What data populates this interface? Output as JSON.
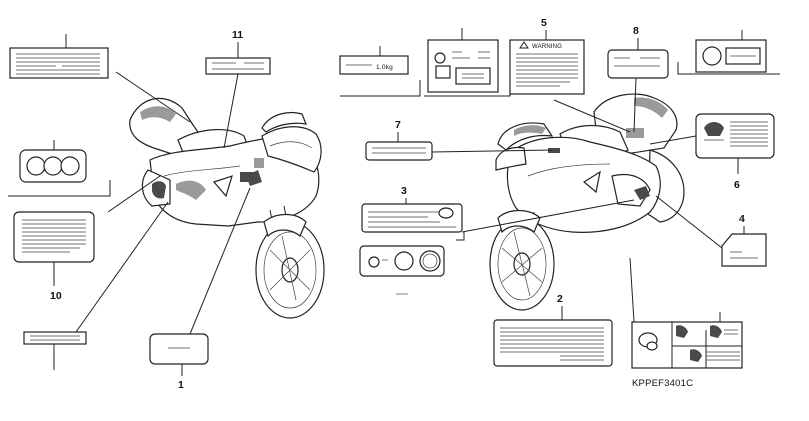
{
  "callouts": {
    "c1": "1",
    "c2": "2",
    "c3": "3",
    "c4": "4",
    "c5": "5",
    "c6": "6",
    "c7": "7",
    "c8": "8",
    "c10": "10",
    "c11": "11"
  },
  "label_texts": {
    "weight_text": "1.0kg",
    "warning_text": "WARNING"
  },
  "diagram_code": "KPPEF3401C",
  "colors": {
    "line": "#222222",
    "shade": "#9a9a9a",
    "background": "#ffffff"
  }
}
